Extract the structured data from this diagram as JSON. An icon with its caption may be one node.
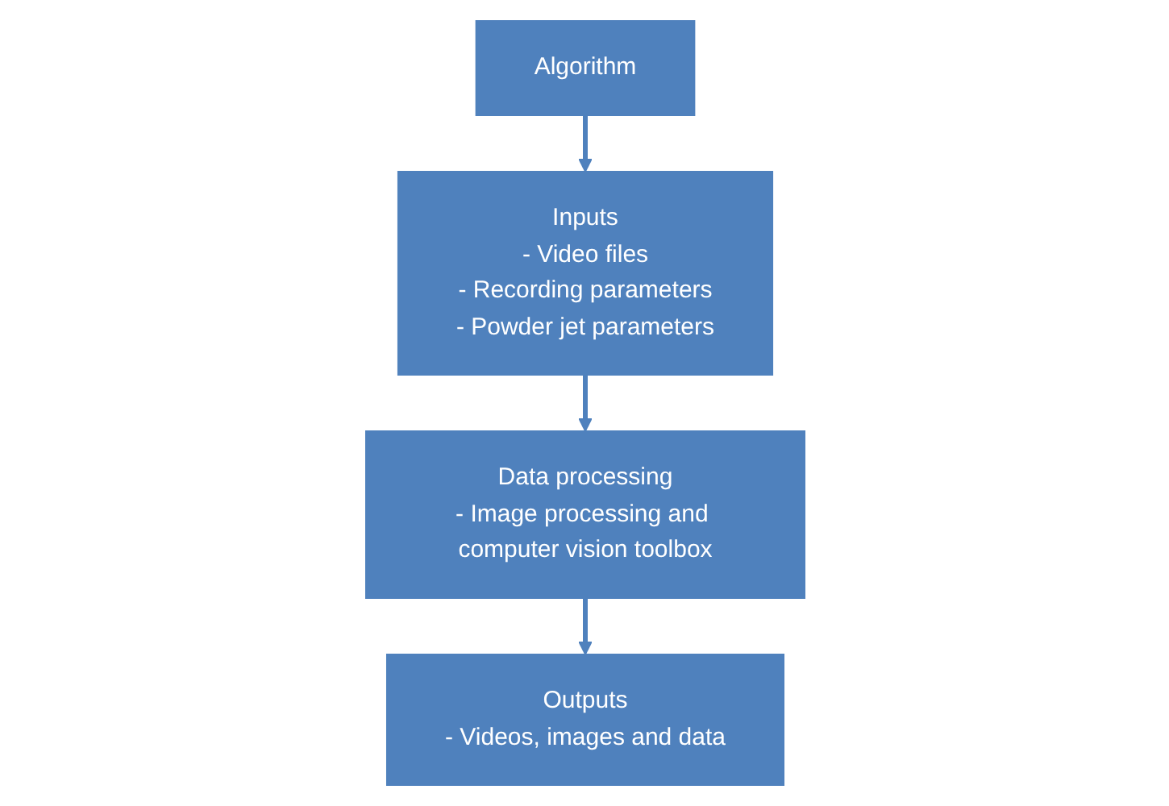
{
  "diagram": {
    "nodes": [
      {
        "text": [
          "Algorithm"
        ]
      },
      {
        "text": [
          "Inputs",
          "- Video files",
          "- Recording parameters",
          "- Powder jet parameters"
        ]
      },
      {
        "text": [
          "Data processing",
          "- Image processing and computer vision toolbox"
        ]
      },
      {
        "text": [
          "Outputs",
          "- Videos, images and data"
        ]
      }
    ],
    "edges": [
      {
        "from": 0,
        "to": 1,
        "arrow": "to"
      },
      {
        "from": 1,
        "to": 2,
        "arrow": "to"
      },
      {
        "from": 2,
        "to": 3,
        "arrow": "to"
      }
    ]
  }
}
